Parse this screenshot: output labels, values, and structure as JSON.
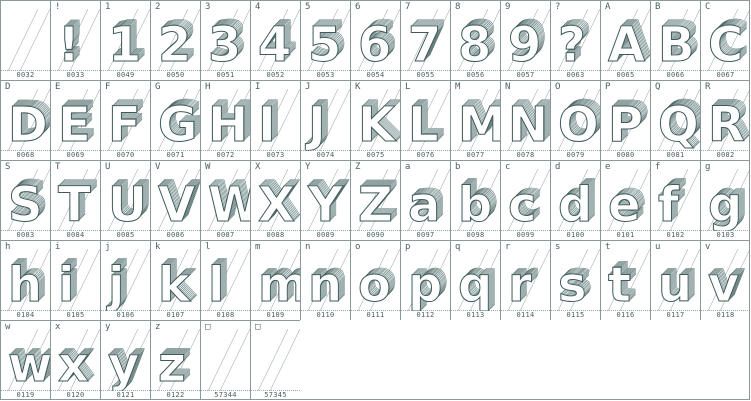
{
  "grid": {
    "rows": [
      [
        {
          "label": "",
          "code": "0032",
          "glyph": ""
        },
        {
          "label": "!",
          "code": "0033",
          "glyph": "!"
        },
        {
          "label": "1",
          "code": "0049",
          "glyph": "1"
        },
        {
          "label": "2",
          "code": "0050",
          "glyph": "2"
        },
        {
          "label": "3",
          "code": "0051",
          "glyph": "3"
        },
        {
          "label": "4",
          "code": "0052",
          "glyph": "4"
        },
        {
          "label": "5",
          "code": "0053",
          "glyph": "5"
        },
        {
          "label": "6",
          "code": "0054",
          "glyph": "6"
        },
        {
          "label": "7",
          "code": "0055",
          "glyph": "7"
        },
        {
          "label": "8",
          "code": "0056",
          "glyph": "8"
        },
        {
          "label": "9",
          "code": "0057",
          "glyph": "9"
        },
        {
          "label": "?",
          "code": "0063",
          "glyph": "?"
        },
        {
          "label": "A",
          "code": "0065",
          "glyph": "A"
        },
        {
          "label": "B",
          "code": "0066",
          "glyph": "B"
        },
        {
          "label": "C",
          "code": "0067",
          "glyph": "C"
        }
      ],
      [
        {
          "label": "D",
          "code": "0068",
          "glyph": "D"
        },
        {
          "label": "E",
          "code": "0069",
          "glyph": "E"
        },
        {
          "label": "F",
          "code": "0070",
          "glyph": "F"
        },
        {
          "label": "G",
          "code": "0071",
          "glyph": "G"
        },
        {
          "label": "H",
          "code": "0072",
          "glyph": "H"
        },
        {
          "label": "I",
          "code": "0073",
          "glyph": "I"
        },
        {
          "label": "J",
          "code": "0074",
          "glyph": "J"
        },
        {
          "label": "K",
          "code": "0075",
          "glyph": "K"
        },
        {
          "label": "L",
          "code": "0076",
          "glyph": "L"
        },
        {
          "label": "M",
          "code": "0077",
          "glyph": "M"
        },
        {
          "label": "N",
          "code": "0078",
          "glyph": "N"
        },
        {
          "label": "O",
          "code": "0079",
          "glyph": "O"
        },
        {
          "label": "P",
          "code": "0080",
          "glyph": "P"
        },
        {
          "label": "Q",
          "code": "0081",
          "glyph": "Q"
        },
        {
          "label": "R",
          "code": "0082",
          "glyph": "R"
        }
      ],
      [
        {
          "label": "S",
          "code": "0083",
          "glyph": "S"
        },
        {
          "label": "T",
          "code": "0084",
          "glyph": "T"
        },
        {
          "label": "U",
          "code": "0085",
          "glyph": "U"
        },
        {
          "label": "V",
          "code": "0086",
          "glyph": "V"
        },
        {
          "label": "W",
          "code": "0087",
          "glyph": "W"
        },
        {
          "label": "X",
          "code": "0088",
          "glyph": "X"
        },
        {
          "label": "Y",
          "code": "0089",
          "glyph": "Y"
        },
        {
          "label": "Z",
          "code": "0090",
          "glyph": "Z"
        },
        {
          "label": "a",
          "code": "0097",
          "glyph": "a"
        },
        {
          "label": "b",
          "code": "0098",
          "glyph": "b"
        },
        {
          "label": "c",
          "code": "0099",
          "glyph": "c"
        },
        {
          "label": "d",
          "code": "0100",
          "glyph": "d"
        },
        {
          "label": "e",
          "code": "0101",
          "glyph": "e"
        },
        {
          "label": "f",
          "code": "0102",
          "glyph": "f"
        },
        {
          "label": "g",
          "code": "0103",
          "glyph": "g"
        }
      ],
      [
        {
          "label": "h",
          "code": "0104",
          "glyph": "h"
        },
        {
          "label": "i",
          "code": "0105",
          "glyph": "i"
        },
        {
          "label": "j",
          "code": "0106",
          "glyph": "j"
        },
        {
          "label": "k",
          "code": "0107",
          "glyph": "k"
        },
        {
          "label": "l",
          "code": "0108",
          "glyph": "l"
        },
        {
          "label": "m",
          "code": "0109",
          "glyph": "m"
        },
        {
          "label": "n",
          "code": "0110",
          "glyph": "n"
        },
        {
          "label": "o",
          "code": "0111",
          "glyph": "o"
        },
        {
          "label": "p",
          "code": "0112",
          "glyph": "p"
        },
        {
          "label": "q",
          "code": "0113",
          "glyph": "q"
        },
        {
          "label": "r",
          "code": "0114",
          "glyph": "r"
        },
        {
          "label": "s",
          "code": "0115",
          "glyph": "s"
        },
        {
          "label": "t",
          "code": "0116",
          "glyph": "t"
        },
        {
          "label": "u",
          "code": "0117",
          "glyph": "u"
        },
        {
          "label": "v",
          "code": "0118",
          "glyph": "v"
        }
      ],
      [
        {
          "label": "w",
          "code": "0119",
          "glyph": "w"
        },
        {
          "label": "x",
          "code": "0120",
          "glyph": "x"
        },
        {
          "label": "y",
          "code": "0121",
          "glyph": "y"
        },
        {
          "label": "z",
          "code": "0122",
          "glyph": "z"
        },
        {
          "label": "□",
          "code": "57344",
          "glyph": ""
        },
        {
          "label": "□",
          "code": "57345",
          "glyph": ""
        }
      ]
    ]
  },
  "colors": {
    "line": "#3f5a5a",
    "face": "#ffffff",
    "shade": "#e6eeee",
    "text": "#4a6060"
  }
}
